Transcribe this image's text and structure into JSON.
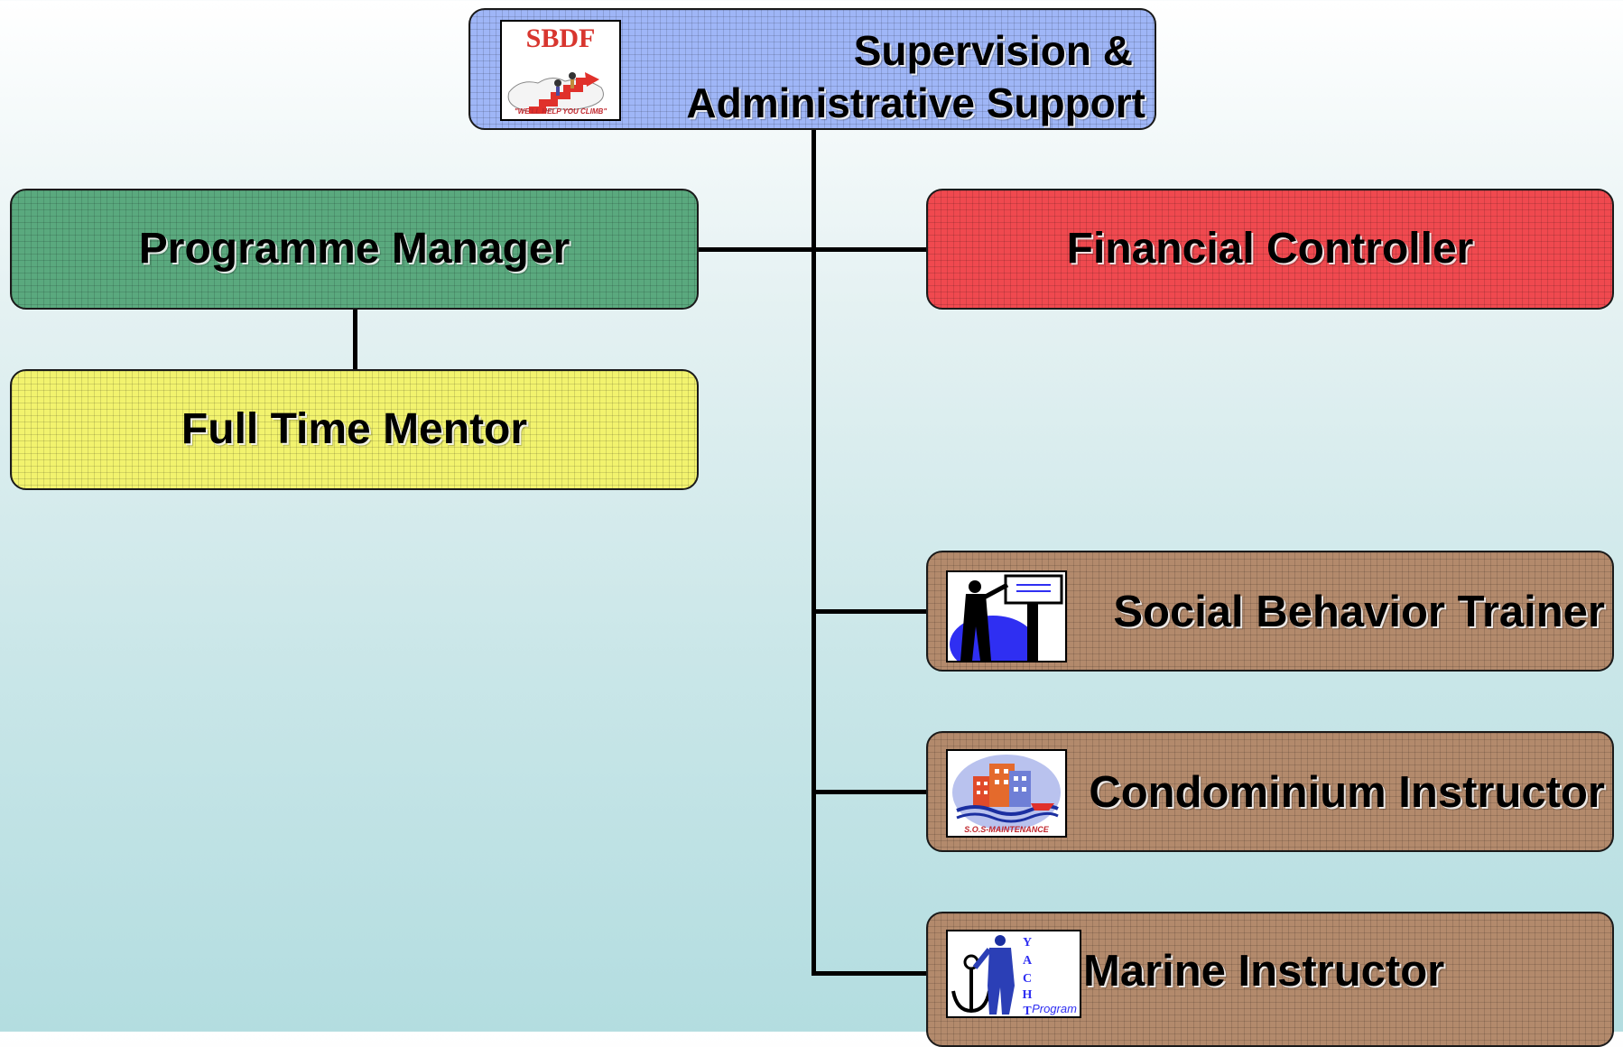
{
  "org_chart": {
    "top": {
      "line1": "Supervision &",
      "line2": "Administrative Support",
      "logo_text": "SBDF",
      "logo_tagline": "\"WE'LL HELP YOU CLIMB\"",
      "logo_icon": "sbdf-climb-logo-icon",
      "color": "#9fb6f7"
    },
    "programme_manager": {
      "label": "Programme Manager",
      "color": "#5aa97e"
    },
    "financial_controller": {
      "label": "Financial Controller",
      "color": "#f0494f"
    },
    "full_time_mentor": {
      "label": "Full Time Mentor",
      "color": "#f2f36e"
    },
    "social_behavior_trainer": {
      "label": "Social Behavior Trainer",
      "icon": "presenter-icon",
      "color": "#b38a6c"
    },
    "condominium_instructor": {
      "label": "Condominium Instructor",
      "icon": "condo-maintenance-icon",
      "icon_caption": "S.O.S-MAINTENANCE",
      "color": "#b38a6c"
    },
    "marine_instructor": {
      "label": "Marine Instructor",
      "icon": "yacht-program-icon",
      "icon_caption_vertical": "YACHT",
      "icon_caption": "Program",
      "color": "#b38a6c"
    }
  }
}
